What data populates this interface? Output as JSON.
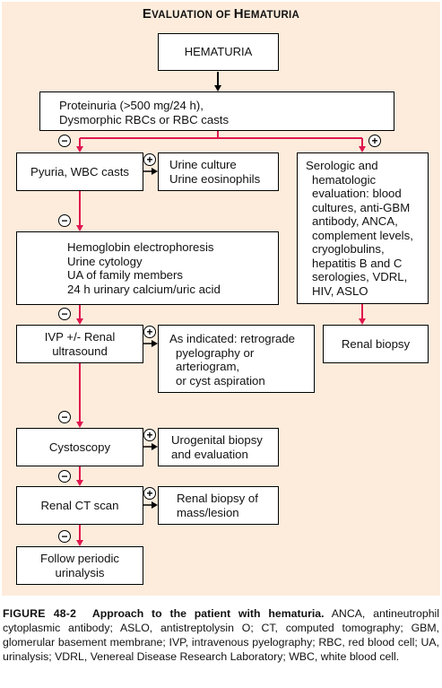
{
  "title": {
    "first_initial": "E",
    "first_rest": "valuation of ",
    "second_initial": "H",
    "second_rest": "ematuria"
  },
  "signs": {
    "negative": "−",
    "positive": "+"
  },
  "boxes": {
    "hematuria": "HEMATURIA",
    "proteinuria": [
      "Proteinuria (>500 mg/24 h),",
      "Dysmorphic RBCs or RBC casts"
    ],
    "pyuria": "Pyuria, WBC casts",
    "urine_culture": [
      "Urine culture",
      "Urine eosinophils"
    ],
    "serologic": [
      "Serologic and",
      "hematologic",
      "evaluation: blood",
      "cultures, anti-GBM",
      "antibody, ANCA,",
      "complement levels,",
      "cryoglobulins,",
      "hepatitis B and C",
      "serologies, VDRL,",
      "HIV, ASLO"
    ],
    "hemoglobin": [
      "Hemoglobin electrophoresis",
      "Urine cytology",
      "UA of family members",
      "24 h urinary calcium/uric acid"
    ],
    "ivp": [
      "IVP +/- Renal",
      "ultrasound"
    ],
    "as_indicated": [
      "As indicated: retrograde",
      "pyelography or",
      "arteriogram,",
      "or cyst aspiration"
    ],
    "renal_biopsy": "Renal biopsy",
    "cystoscopy": "Cystoscopy",
    "urogenital": [
      "Urogenital biopsy",
      "and evaluation"
    ],
    "renal_ct": "Renal CT scan",
    "renal_biopsy_mass": [
      "Renal biopsy of",
      "mass/lesion"
    ],
    "follow": [
      "Follow periodic",
      "urinalysis"
    ]
  },
  "caption": {
    "label": "FIGURE 48-2",
    "title": "Approach to the patient with hematuria.",
    "text": "ANCA, antineutrophil cytoplasmic antibody; ASLO, antistreptolysin O; CT, computed tomography; GBM, glomerular basement membrane; IVP, intravenous pyelography; RBC, red blood cell; UA, urinalysis; VDRL, Venereal Disease Research Laboratory; WBC, white blood cell."
  },
  "colors": {
    "background": "#fdecdc",
    "arrow": "#e0174f",
    "box_border": "#000000"
  }
}
